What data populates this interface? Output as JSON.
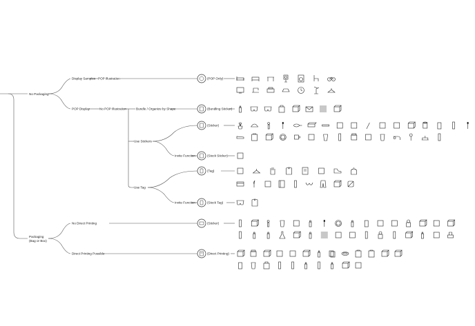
{
  "tree": {
    "branch1": {
      "label": "No Packaging",
      "sub1": {
        "label": "Display Samples",
        "child": "POP Illustration",
        "node_label": "(POP Only)"
      },
      "sub2": {
        "label": "POP Display",
        "child": "No POP Illustration",
        "bundle": {
          "label": "Bundle / Organize by Shape",
          "node_label": "(Bundling Sticker)"
        },
        "stickers": {
          "label": "Use Stickers",
          "node_label": "(Sticker)",
          "invite": {
            "label": "Invite Function",
            "node_label": "(Stock Sticker)"
          }
        },
        "tags": {
          "label": "Use Tag",
          "node_label": "(Tag)",
          "invite": {
            "label": "Invite Function",
            "node_label": "(Stock Tag)"
          }
        }
      }
    },
    "branch2": {
      "label_line1": "Packaging",
      "label_line2": "(Bag or Box)",
      "sub1": {
        "label": "No Direct Printing",
        "node_label": "(Sticker)"
      },
      "sub2": {
        "label": "Direct Printing Possible",
        "node_label": "(Direct Printing)"
      }
    }
  },
  "icon_rows": [
    {
      "name": "pop-only-row-1",
      "kinds": [
        "bed",
        "sofa",
        "table",
        "clock",
        "washer",
        "chair",
        "bike"
      ]
    },
    {
      "name": "pop-only-row-2",
      "kinds": [
        "tv",
        "sewing",
        "printer",
        "iron",
        "wallclock",
        "lamp",
        "hanger"
      ]
    },
    {
      "name": "bundling-row",
      "kinds": [
        "bottle",
        "underwear",
        "underwear",
        "bag",
        "box",
        "envelope",
        "stack",
        "box"
      ]
    },
    {
      "name": "sticker-row-1",
      "kinds": [
        "plant",
        "cap",
        "dropper",
        "brush",
        "pan",
        "brick",
        "flat",
        "rect",
        "rect",
        "pen",
        "rect",
        "rect",
        "box",
        "roll",
        "can",
        "tube",
        "brush"
      ]
    },
    {
      "name": "sticker-row-2",
      "kinds": [
        "stapler",
        "tray",
        "box",
        "plate",
        "mug",
        "rect",
        "cup",
        "tube",
        "jar",
        "rect",
        "cup",
        "pipe",
        "spoon",
        "scale",
        "tube"
      ]
    },
    {
      "name": "stock-sticker-row",
      "kinds": [
        "rect"
      ]
    },
    {
      "name": "tag-row-1",
      "kinds": [
        "rect",
        "hanger",
        "glove",
        "shirt",
        "cardboard",
        "rect",
        "shoe",
        "kettle"
      ]
    },
    {
      "name": "tag-row-2",
      "kinds": [
        "towel",
        "knife",
        "rect",
        "book",
        "tube",
        "bra",
        "pants",
        "box",
        "cushion"
      ]
    },
    {
      "name": "stock-tag-row",
      "kinds": [
        "underwear",
        "shirt"
      ]
    },
    {
      "name": "direct-none-row-1",
      "kinds": [
        "tube",
        "box",
        "dropper",
        "cup",
        "rect",
        "bottle",
        "brush",
        "plate",
        "bottle",
        "can",
        "rect",
        "rect",
        "toy",
        "box",
        "rect",
        "box"
      ]
    },
    {
      "name": "direct-none-row-2",
      "kinds": [
        "tube",
        "bottle",
        "bottle",
        "flask",
        "box",
        "bottle",
        "stack",
        "rect",
        "rect",
        "tube",
        "toy",
        "tube",
        "box",
        "bottle",
        "rect",
        "machine"
      ]
    },
    {
      "name": "direct-print-row-1",
      "kinds": [
        "box",
        "jar",
        "box",
        "rect",
        "rect",
        "box",
        "bottle",
        "cards",
        "dish",
        "tray",
        "tray",
        "box",
        "box"
      ]
    },
    {
      "name": "direct-print-row-2",
      "kinds": [
        "can",
        "cup",
        "bag",
        "tube",
        "tube",
        "bottle",
        "tube",
        "bottle",
        "box",
        "rect"
      ]
    }
  ]
}
